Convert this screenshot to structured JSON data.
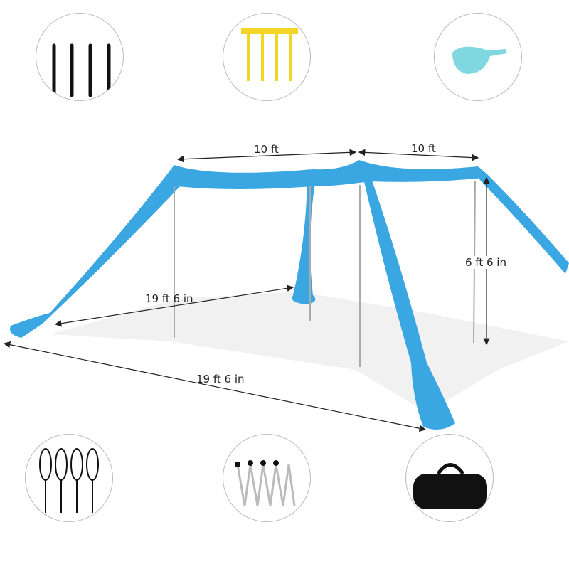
{
  "dimensions": {
    "top_left_width": "10 ft",
    "top_right_width": "10 ft",
    "height": "6 ft 6 in",
    "inner_depth": "19 ft 6 in",
    "overall_length": "19 ft 6 in"
  },
  "accessories": [
    {
      "name": "guy-ropes"
    },
    {
      "name": "ground-stakes"
    },
    {
      "name": "sand-shovel"
    },
    {
      "name": "elastic-cords"
    },
    {
      "name": "folding-poles"
    },
    {
      "name": "carry-bag"
    }
  ],
  "colors": {
    "tent": "#3aa6e2",
    "stakes": "#f5d428",
    "shovel": "#7fd8e0",
    "bag": "#111111"
  }
}
